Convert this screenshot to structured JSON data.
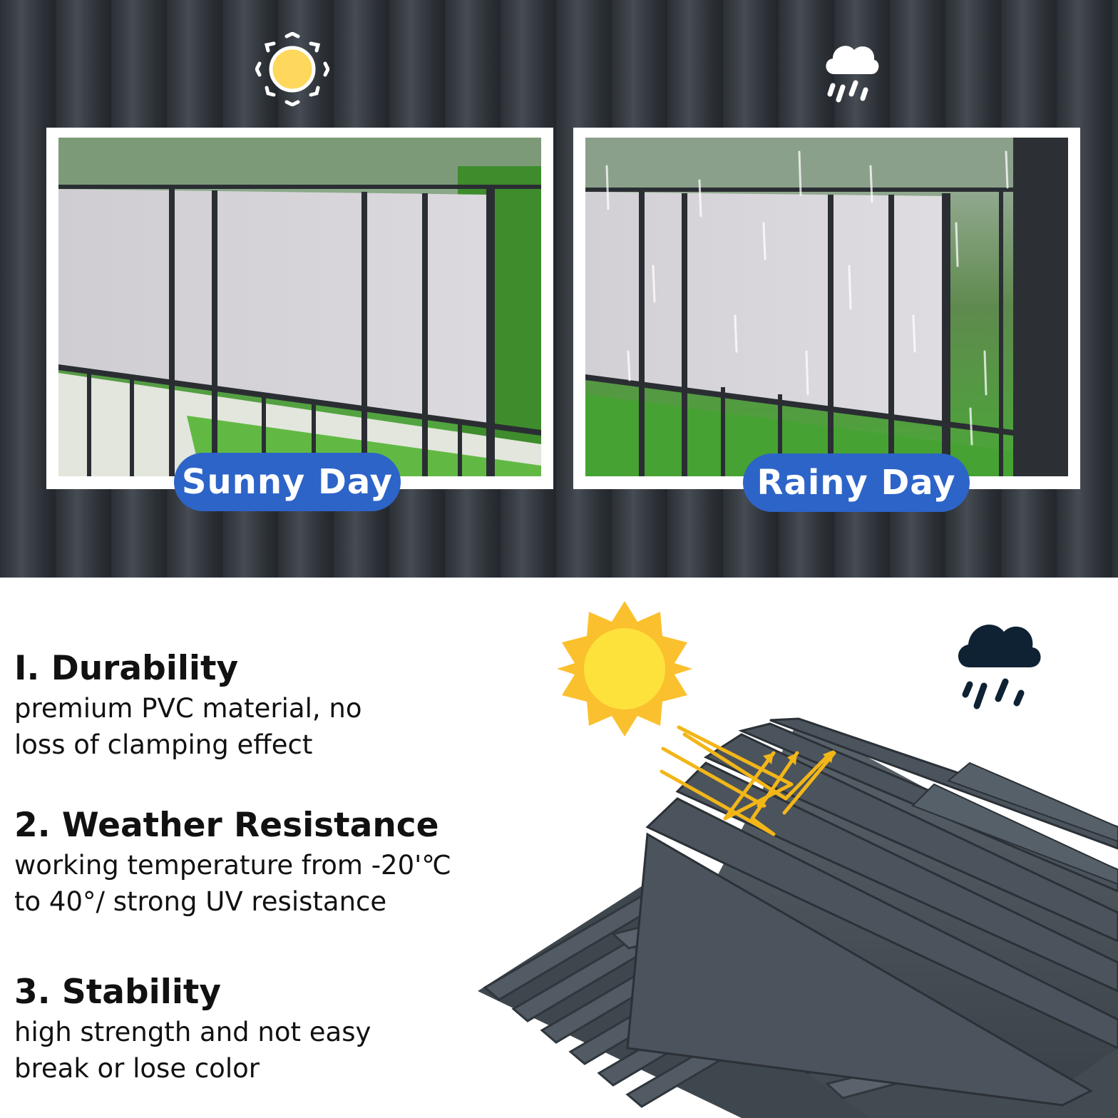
{
  "panels": {
    "sunny": {
      "label": "Sunny Day",
      "icon": "sun-icon"
    },
    "rainy": {
      "label": "Rainy Day",
      "icon": "rain-cloud-icon"
    }
  },
  "features": [
    {
      "title": "I. Durability",
      "lines": [
        "premium PVC material, no",
        "loss of clamping effect"
      ]
    },
    {
      "title": "2. Weather Resistance",
      "lines": [
        "working temperature from -20'℃",
        "to 40°/ strong UV resistance"
      ]
    },
    {
      "title": "3. Stability",
      "lines": [
        "high strength and not easy",
        "break or lose color"
      ]
    }
  ],
  "colors": {
    "pill_blue": "#2d64c8",
    "sun_yellow": "#fbc02d",
    "cloud_dark": "#0e2233",
    "strip_gray": "#414a52",
    "grass_green": "#4caf3a"
  }
}
